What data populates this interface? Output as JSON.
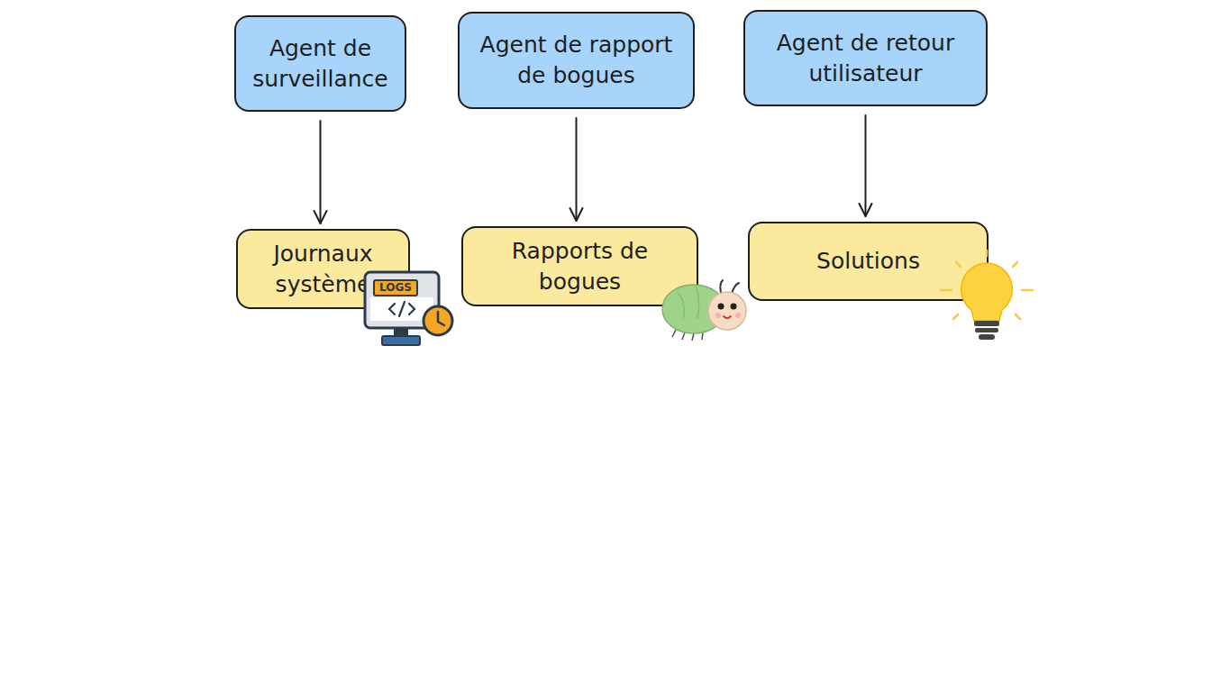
{
  "diagram": {
    "nodes": [
      {
        "text": [
          "Agent de surveillance"
        ]
      },
      {
        "text": [
          "Agent de rapport de bogues"
        ]
      },
      {
        "text": [
          "Agent de retour utilisateur"
        ]
      },
      {
        "text": [
          "Journaux système"
        ]
      },
      {
        "text": [
          "Rapports de bogues"
        ]
      },
      {
        "text": [
          "Solutions"
        ]
      }
    ],
    "edges": [
      {
        "from": 0,
        "to": 3,
        "arrow": "to"
      },
      {
        "from": 1,
        "to": 4,
        "arrow": "to"
      },
      {
        "from": 2,
        "to": 5,
        "arrow": "to"
      }
    ],
    "labels": [
      "LOGS"
    ]
  }
}
